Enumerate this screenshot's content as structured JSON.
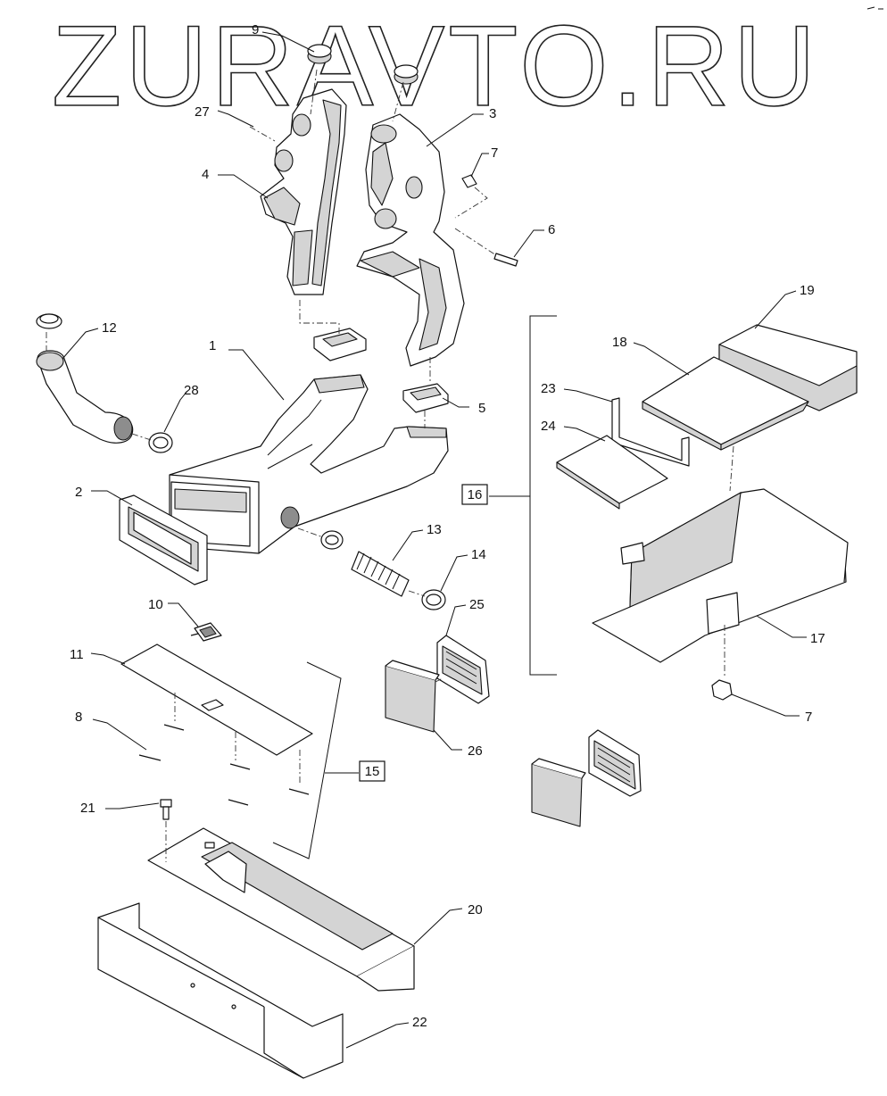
{
  "watermark": "ZURAVTO.RU",
  "callouts": [
    "1",
    "2",
    "3",
    "4",
    "5",
    "6",
    "7",
    "8",
    "9",
    "10",
    "11",
    "12",
    "13",
    "14",
    "15",
    "16",
    "17",
    "18",
    "19",
    "20",
    "21",
    "22",
    "23",
    "24",
    "25",
    "26",
    "27",
    "28"
  ],
  "groups": [
    "15",
    "16"
  ],
  "icons": [
    "duct-part",
    "clamp",
    "hose",
    "bracket",
    "grille",
    "bolt",
    "nut",
    "pad"
  ]
}
